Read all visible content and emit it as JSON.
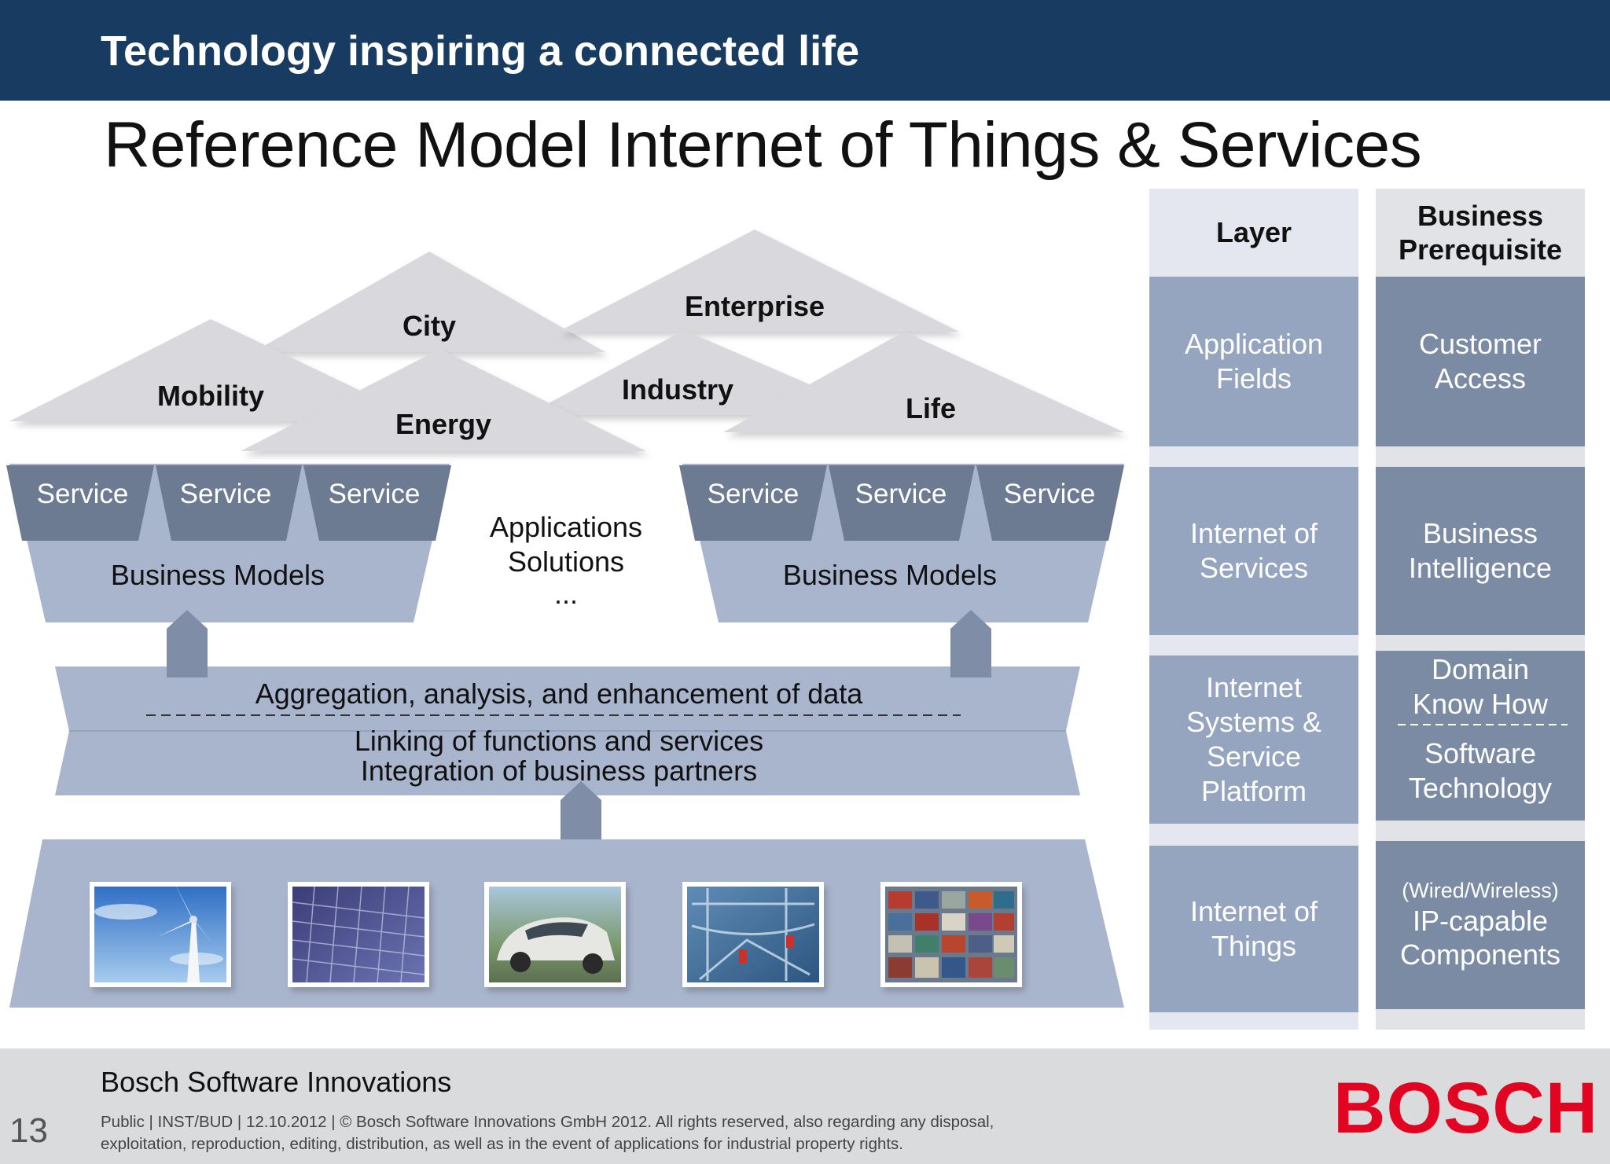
{
  "header": {
    "title": "Technology inspiring a connected life"
  },
  "slide": {
    "title": "Reference Model Internet of Things & Services"
  },
  "diagram": {
    "application_fields": [
      "City",
      "Enterprise",
      "Mobility",
      "Energy",
      "Industry",
      "Life"
    ],
    "left_services": [
      "Service",
      "Service",
      "Service"
    ],
    "right_services": [
      "Service",
      "Service",
      "Service"
    ],
    "left_business_models": "Business Models",
    "right_business_models": "Business Models",
    "applications": [
      "Applications",
      "Solutions",
      "..."
    ],
    "platform": {
      "top": "Aggregation, analysis, and enhancement of data",
      "line1": "Linking of functions and services",
      "line2": "Integration of business partners"
    },
    "things_images": [
      "wind-turbine",
      "solar-panel",
      "concept-car",
      "factory-conveyor",
      "shipping-containers"
    ]
  },
  "table": {
    "layer_header": "Layer",
    "business_header": [
      "Business",
      "Prerequisite"
    ],
    "rows": [
      {
        "layer": [
          "Application",
          "Fields"
        ],
        "business": [
          "Customer",
          "Access"
        ]
      },
      {
        "layer": [
          "Internet of",
          "Services"
        ],
        "business": [
          "Business",
          "Intelligence"
        ]
      },
      {
        "layer": [
          "Internet",
          "Systems &",
          "Service",
          "Platform"
        ],
        "business_top": [
          "Domain",
          "Know How"
        ],
        "business_bottom": [
          "Software",
          "Technology"
        ]
      },
      {
        "layer": [
          "Internet of",
          "Things"
        ],
        "business_small": "(Wired/Wireless)",
        "business": [
          "IP-capable",
          "Components"
        ]
      }
    ]
  },
  "footer": {
    "company": "Bosch Software Innovations",
    "legal_line1": "Public | INST/BUD | 12.10.2012 | © Bosch Software Innovations GmbH 2012. All rights reserved, also regarding any disposal,",
    "legal_line2": "exploitation, reproduction, editing, distribution, as well as in the event of applications for industrial property rights.",
    "page_number": "13",
    "brand": "BOSCH"
  },
  "colors": {
    "header_bg": "#183b62",
    "field_gray": "#d9d9dd",
    "service_dark": "#6c7a92",
    "band_light": "#a9b5cd",
    "layer_col": "#95a4bf",
    "business_col": "#7a8ba3",
    "brand_red": "#e10522"
  }
}
